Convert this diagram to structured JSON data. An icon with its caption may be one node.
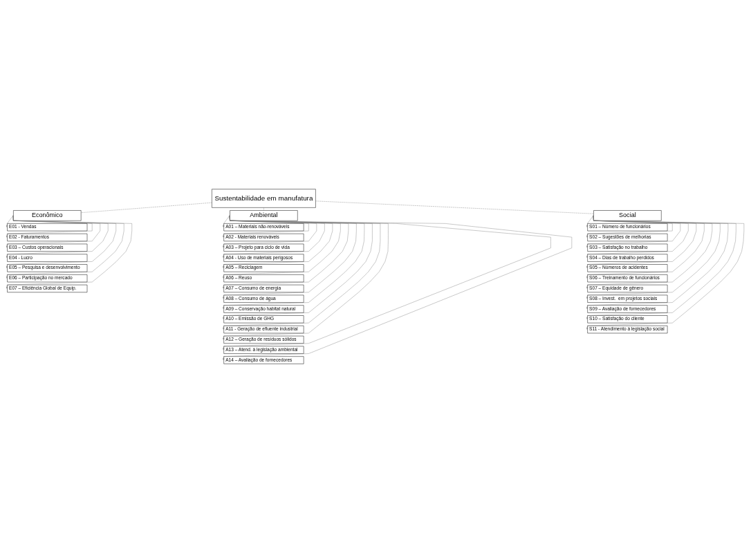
{
  "diagram": {
    "nodes": [
      {
        "text": [
          "Sustentabilidade em manufatura"
        ]
      },
      {
        "text": [
          "Econômico"
        ]
      },
      {
        "text": [
          "E01 - Vendas"
        ]
      },
      {
        "text": [
          "E02 - Faturamentos"
        ]
      },
      {
        "text": [
          "E03 – Custos operacionais"
        ]
      },
      {
        "text": [
          "E04 - Lucro"
        ]
      },
      {
        "text": [
          "E05 – Pesquisa e desenvolvimento"
        ]
      },
      {
        "text": [
          "E06 – Participação no mercado"
        ]
      },
      {
        "text": [
          "E07 – Eficiência Global de Equip."
        ]
      },
      {
        "text": [
          "Ambiental"
        ]
      },
      {
        "text": [
          "A01 – Materiais não-renováveis"
        ]
      },
      {
        "text": [
          "A02 - Materiais renováveis"
        ]
      },
      {
        "text": [
          "A03 – Projeto para ciclo de vida"
        ]
      },
      {
        "text": [
          "A04 - Uso de materiais perigosos"
        ]
      },
      {
        "text": [
          "A05 – Reciclagem"
        ]
      },
      {
        "text": [
          "A06 – Reuso"
        ]
      },
      {
        "text": [
          "A07 – Consumo de energia"
        ]
      },
      {
        "text": [
          "A08 – Consumo de água"
        ]
      },
      {
        "text": [
          "A09 – Conservação habitat natural"
        ]
      },
      {
        "text": [
          "A10 – Emissão de GHG"
        ]
      },
      {
        "text": [
          "A11 - Geração de efluente industrial"
        ]
      },
      {
        "text": [
          "A12 – Geração de resíduos sólidos"
        ]
      },
      {
        "text": [
          "A13 – Atend. à legislação ambiental"
        ]
      },
      {
        "text": [
          "A14 – Avaliação de fornecedores"
        ]
      },
      {
        "text": [
          "Social"
        ]
      },
      {
        "text": [
          "S01 – Número de funcionários"
        ]
      },
      {
        "text": [
          "S02 – Sugestões de melhorias"
        ]
      },
      {
        "text": [
          "S03 – Satisfação no trabalho"
        ]
      },
      {
        "text": [
          "S04 – Dias de trabalho perdidos"
        ]
      },
      {
        "text": [
          "S05 – Números de acidentes"
        ]
      },
      {
        "text": [
          "S06 – Treinamento de funcionários"
        ]
      },
      {
        "text": [
          "S07 – Equidade de gênero"
        ]
      },
      {
        "text": [
          "S08 – Invest.  em projetos sociais"
        ]
      },
      {
        "text": [
          "S09 – Avaliação de fornecedores"
        ]
      },
      {
        "text": [
          "S10 – Satisfação do cliente"
        ]
      },
      {
        "text": [
          "S11 - Atendimento à legislação social"
        ]
      }
    ],
    "edges": [
      {
        "from": 0,
        "to": 1,
        "arrow": "none",
        "style": "dashed"
      },
      {
        "from": 0,
        "to": 9,
        "arrow": "none",
        "style": "dashed"
      },
      {
        "from": 0,
        "to": 24,
        "arrow": "none",
        "style": "dashed"
      },
      {
        "from": 1,
        "to": 2,
        "arrow": "to"
      },
      {
        "from": 1,
        "to": 3,
        "arrow": "to"
      },
      {
        "from": 1,
        "to": 4,
        "arrow": "to"
      },
      {
        "from": 1,
        "to": 5,
        "arrow": "to"
      },
      {
        "from": 1,
        "to": 6,
        "arrow": "to"
      },
      {
        "from": 1,
        "to": 7,
        "arrow": "to"
      },
      {
        "from": 1,
        "to": 8,
        "arrow": "to"
      },
      {
        "from": 9,
        "to": 10,
        "arrow": "to"
      },
      {
        "from": 9,
        "to": 11,
        "arrow": "to"
      },
      {
        "from": 9,
        "to": 12,
        "arrow": "to"
      },
      {
        "from": 9,
        "to": 13,
        "arrow": "to"
      },
      {
        "from": 9,
        "to": 14,
        "arrow": "to"
      },
      {
        "from": 9,
        "to": 15,
        "arrow": "to"
      },
      {
        "from": 9,
        "to": 16,
        "arrow": "to"
      },
      {
        "from": 9,
        "to": 17,
        "arrow": "to"
      },
      {
        "from": 9,
        "to": 18,
        "arrow": "to"
      },
      {
        "from": 9,
        "to": 19,
        "arrow": "to"
      },
      {
        "from": 9,
        "to": 20,
        "arrow": "to"
      },
      {
        "from": 9,
        "to": 21,
        "arrow": "to"
      },
      {
        "from": 9,
        "to": 22,
        "arrow": "to"
      },
      {
        "from": 9,
        "to": 23,
        "arrow": "to"
      },
      {
        "from": 24,
        "to": 25,
        "arrow": "to"
      },
      {
        "from": 24,
        "to": 26,
        "arrow": "to"
      },
      {
        "from": 24,
        "to": 27,
        "arrow": "to"
      },
      {
        "from": 24,
        "to": 28,
        "arrow": "to"
      },
      {
        "from": 24,
        "to": 29,
        "arrow": "to"
      },
      {
        "from": 24,
        "to": 30,
        "arrow": "to"
      },
      {
        "from": 24,
        "to": 31,
        "arrow": "to"
      },
      {
        "from": 24,
        "to": 32,
        "arrow": "to"
      },
      {
        "from": 24,
        "to": 33,
        "arrow": "to"
      },
      {
        "from": 24,
        "to": 34,
        "arrow": "to"
      },
      {
        "from": 24,
        "to": 35,
        "arrow": "to"
      }
    ]
  }
}
